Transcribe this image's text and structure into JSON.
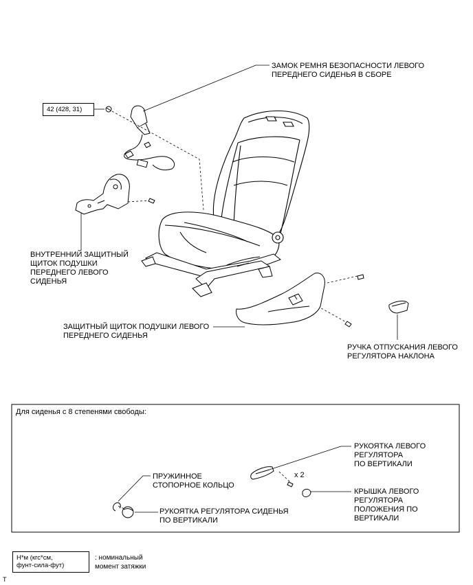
{
  "labels": {
    "buckle": [
      "ЗАМОК РЕМНЯ БЕЗОПАСНОСТИ ЛЕВОГО",
      "ПЕРЕДНЕГО СИДЕНЬЯ В СБОРЕ"
    ],
    "torque": "42 (428, 31)",
    "inner_shield": [
      "ВНУТРЕННИЙ ЗАЩИТНЫЙ",
      "ЩИТОК ПОДУШКИ",
      "ПЕРЕДНЕГО ЛЕВОГО",
      "СИДЕНЬЯ"
    ],
    "cushion_shield": [
      "ЗАЩИТНЫЙ ЩИТОК ПОДУШКИ ЛЕВОГО",
      "ПЕРЕДНЕГО СИДЕНЬЯ"
    ],
    "recliner_handle": [
      "РУЧКА ОТПУСКАНИЯ ЛЕВОГО",
      "РЕГУЛЯТОРА НАКЛОНА"
    ]
  },
  "detail": {
    "title": "Для сиденья с 8 степенями свободы:",
    "vertical_handle": [
      "РУКОЯТКА ЛЕВОГО",
      "РЕГУЛЯТОРА",
      "ПО ВЕРТИКАЛИ"
    ],
    "qty": "x 2",
    "snap_ring": [
      "ПРУЖИННОЕ",
      "СТОПОРНОЕ КОЛЬЦО"
    ],
    "vertical_cover": [
      "КРЫШКА ЛЕВОГО",
      "РЕГУЛЯТОРА",
      "ПОЛОЖЕНИЯ ПО",
      "ВЕРТИКАЛИ"
    ],
    "seat_vertical_knob": [
      "РУКОЯТКА РЕГУЛЯТОРА СИДЕНЬЯ",
      "ПО ВЕРТИКАЛИ"
    ]
  },
  "legend": {
    "unit": [
      "Н*м (кгс*см,",
      "фунт-сила-фут)"
    ],
    "meaning": [
      ": номинальный",
      "момент затяжки"
    ]
  },
  "corner_mark": "T"
}
